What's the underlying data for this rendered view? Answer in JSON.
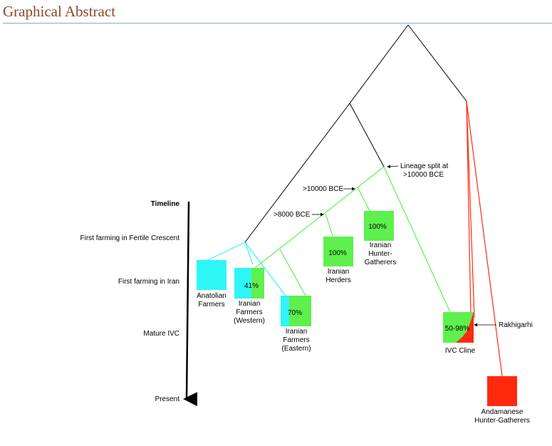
{
  "header": {
    "title": "Graphical Abstract"
  },
  "colors": {
    "anatolian": "#2ef6f6",
    "iranian": "#5ef04e",
    "andamanese": "#ff2a0e",
    "branch_root": "#000000"
  },
  "timeline": {
    "heading": "Timeline",
    "events": [
      "First farming in Fertile Crescent",
      "First farming in Iran",
      "Mature IVC",
      "Present"
    ]
  },
  "annotations": {
    "lineage_split_line1": "Lineage split at",
    "lineage_split_line2": ">10000 BCE",
    "bce_10000": ">10000 BCE",
    "bce_8000": ">8000 BCE",
    "rakhigarhi": "Rakhigarhi"
  },
  "groups": {
    "anatolian": {
      "lines": [
        "Anatolian",
        "Farmers"
      ]
    },
    "iran_west": {
      "pct": "41%",
      "lines": [
        "Iranian",
        "Farmers",
        "(Western)"
      ]
    },
    "iran_east": {
      "pct": "70%",
      "lines": [
        "Iranian",
        "Farmers",
        "(Eastern)"
      ]
    },
    "iran_herders": {
      "pct": "100%",
      "lines": [
        "Iranian",
        "Herders"
      ]
    },
    "iran_hg": {
      "pct": "100%",
      "lines": [
        "Iranian",
        "Hunter-",
        "Gatherers"
      ]
    },
    "ivc": {
      "pct": "50-98%",
      "lines": [
        "IVC Cline"
      ]
    },
    "andamanese": {
      "lines": [
        "Andamanese",
        "Hunter-Gatherers"
      ]
    }
  }
}
